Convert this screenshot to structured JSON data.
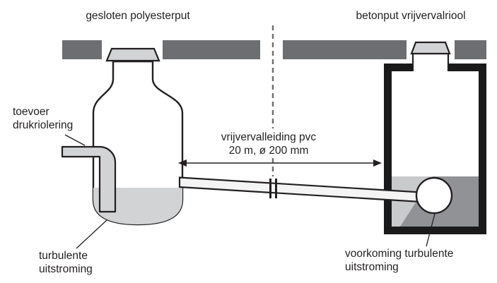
{
  "diagram": {
    "title_left": "gesloten polyesterput",
    "title_right": "betonput vrijvervalriool",
    "labels": {
      "inflow_line1": "toevoer",
      "inflow_line2": "drukriolering",
      "pipe_line1": "vrijvervalleiding pvc",
      "pipe_line2": "20 m, ø 200 mm",
      "outflow_left_line1": "turbulente",
      "outflow_left_line2": "uitstroming",
      "outflow_right_line1": "voorkoming turbulente",
      "outflow_right_line2": "uitstroming"
    },
    "colors": {
      "ground": "#6d6e71",
      "tank_fill": "#ffffff",
      "water_light": "#d1d3d4",
      "water_medium": "#c9cacc",
      "water_dark": "#909295",
      "cap_fill": "#d1d3d4",
      "pipe_fill": "#d1d3d4",
      "gravity_pipe_fill": "#f4f4f5",
      "outline": "#231f20",
      "wall_dark": "#1a1a1a"
    }
  }
}
